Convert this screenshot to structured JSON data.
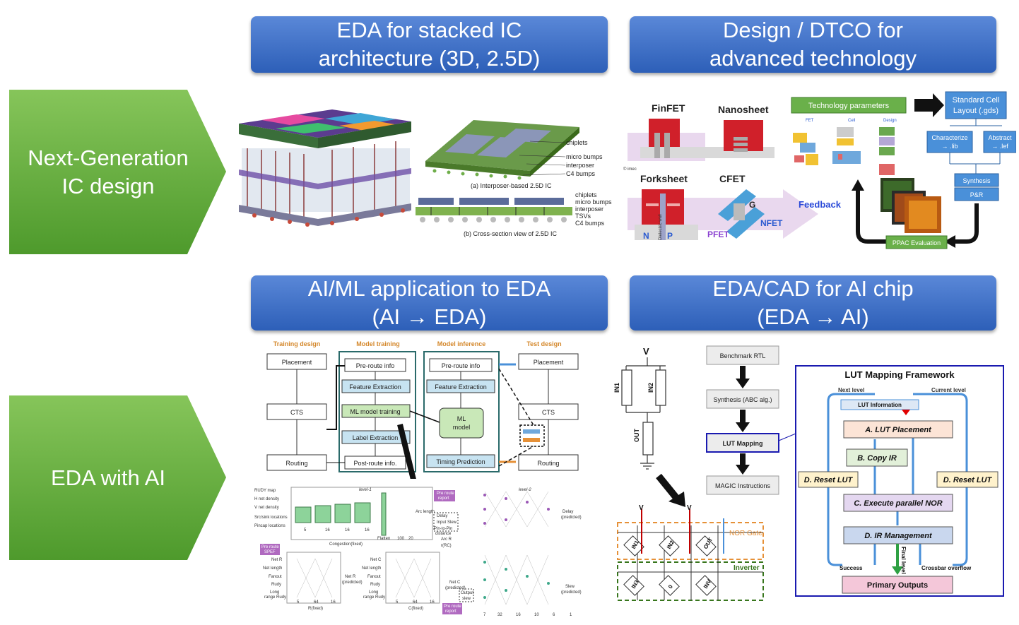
{
  "row_labels": {
    "next_gen": [
      "Next-Generation",
      "IC design"
    ],
    "eda_ai": "EDA with AI"
  },
  "headers": {
    "stacked": [
      "EDA for stacked  IC",
      "architecture  (3D, 2.5D)"
    ],
    "dtco": [
      "Design / DTCO for",
      "advanced  technology"
    ],
    "aiml": [
      "AI/ML application  to EDA",
      "(AI → EDA)"
    ],
    "aichip": [
      "EDA/CAD for AI chip",
      "(EDA → AI)"
    ]
  },
  "stacked_fig": {
    "labels_a": [
      "chiplets",
      "micro bumps",
      "interposer",
      "C4 bumps"
    ],
    "caption_a": "(a) Interposer-based 2.5D IC",
    "labels_b": [
      "chiplets",
      "micro bumps",
      "interposer",
      "TSVs",
      "C4 bumps"
    ],
    "caption_b": "(b) Cross-section view of 2.5D IC"
  },
  "dtco_fig": {
    "devices": [
      "FinFET",
      "Nanosheet",
      "Forksheet",
      "CFET"
    ],
    "imec": "© imec",
    "dielectric": "Dielectric wall",
    "np": [
      "N",
      "P"
    ],
    "cfet_labels": [
      "G",
      "PFET",
      "NFET"
    ],
    "feedback": "Feedback",
    "tech_params": "Technology parameters",
    "tech_sub": [
      "FET",
      "Cell",
      "Design"
    ],
    "std_cell": [
      "Standard Cell",
      "Layout (.gds)"
    ],
    "characterize": [
      "Characterize",
      "→ .lib"
    ],
    "abstract": [
      "Abstract",
      "→ .lef"
    ],
    "synthesis": "Synthesis",
    "pnr": "P&R",
    "ppac": "PPAC Evaluation"
  },
  "ml_fig": {
    "col_titles": [
      "Training design",
      "Model training",
      "Model inference",
      "Test design"
    ],
    "train": [
      "Placement",
      "CTS",
      "Routing"
    ],
    "model_train": [
      "Pre-route info",
      "Feature Extraction",
      "ML model training",
      "Label Extraction",
      "Post-route info."
    ],
    "infer": [
      "Pre-route info",
      "Feature Extraction",
      "ML",
      "model",
      "Timing Prediction"
    ],
    "test": [
      "Placement",
      "CTS",
      "Routing"
    ],
    "nn_inputs": [
      "RUDY map",
      "H net density",
      "V net density",
      "Src/sink locations",
      "Pincap locations"
    ],
    "nn_dims": [
      "5",
      "16",
      "16",
      "16"
    ],
    "flatten": "Flatten",
    "flatten_dims": [
      "100",
      "20"
    ],
    "congestion": "Congestion(fixed)",
    "level1": "level-1",
    "level2": "level-2",
    "preroute_report": [
      "Pre route",
      "report"
    ],
    "delay_feats": [
      "Delay",
      "Input Slew",
      "Pin-to-Pin",
      "distance",
      "Arc R",
      "r(RC)"
    ],
    "arc_length": "Arc length",
    "delay_out": [
      "Delay",
      "(predicted)"
    ],
    "spef": [
      "Pre route",
      "SPEF"
    ],
    "net_r_inputs": [
      "Net R",
      "Net length",
      "Fanout",
      "Rudy",
      "Long",
      "range Rudy"
    ],
    "net_c_inputs": [
      "Net C",
      "Net length",
      "Fanout",
      "Rudy",
      "Long",
      "range Rudy"
    ],
    "net_r_out": [
      "Net R",
      "(predicted)"
    ],
    "net_c_out": [
      "Net C",
      "(predicted)"
    ],
    "output_slew": [
      "Output",
      "slew"
    ],
    "rfix": "R(fixed)",
    "cfix": "C(fixed)",
    "dims_r": [
      "5",
      "64",
      "16"
    ],
    "dims_c": [
      "5",
      "64",
      "16"
    ],
    "slew_out": [
      "Slew",
      "(predicted)"
    ],
    "dims_l2": [
      "7",
      "32",
      "16",
      "10",
      "6",
      "1"
    ]
  },
  "aichip_fig": {
    "vo": "V",
    "in1": "IN1",
    "in2": "IN2",
    "out": "OUT",
    "flow": [
      "Benchmark RTL",
      "Synthesis (ABC alg.)",
      "LUT Mapping",
      "MAGIC Instructions"
    ],
    "xbar_labels": [
      "IN1",
      "IN2",
      "OUT",
      "IN3",
      "0",
      "INV"
    ],
    "nor_gate": "NOR Gate",
    "inverter": "Inverter",
    "lut_title": "LUT Mapping Framework",
    "next_level": "Next level",
    "current_level": "Current level",
    "lut_info": "LUT Information",
    "a_place": "A. LUT Placement",
    "b_copy": "B. Copy IR",
    "c_exec": "C. Execute parallel NOR",
    "d_ir": "D. IR Management",
    "d_reset": "D. Reset LUT",
    "success": "Success",
    "crossbar": "Crossbar overflow",
    "final": "Final level",
    "primary": "Primary Outputs"
  }
}
